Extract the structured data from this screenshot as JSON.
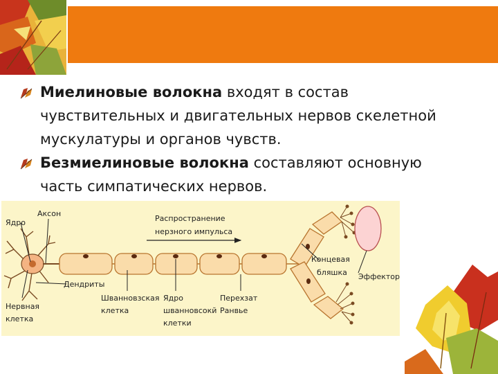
{
  "slide": {
    "colors": {
      "header": "#ef7a0f",
      "diagram_bg": "#fcf5c9",
      "fiber": "#fadcaa",
      "cell": "#f4b483",
      "effector": "#fcd3d3"
    },
    "icons": {
      "bullet": "leaf-bullet-icon",
      "decor_top": "autumn-leaves-icon",
      "decor_bottom": "autumn-leaves-icon"
    },
    "bullets": [
      {
        "term": "Миелиновые волокна",
        "rest": " входят в состав чувствительных и двигательных нервов скелетной мускулатуры и органов чувств."
      },
      {
        "term": "Безмиелиновые волокна",
        "rest": " составляют основную часть симпатических нервов."
      }
    ]
  },
  "diagram": {
    "labels": {
      "nucleus": "Ядро",
      "axon": "Аксон",
      "propagation_1": "Распространение",
      "propagation_2": "нерзного импульса",
      "end_plate_1": "Концевая",
      "end_plate_2": "бляшка",
      "effector": "Эффектор",
      "dendrites": "Дендриты",
      "schwann_1": "Шванновзская",
      "schwann_2": "клетка",
      "schwann_nucleus_1": "Ядро",
      "schwann_nucleus_2": "шванновсокй",
      "schwann_nucleus_3": "клетки",
      "ranvier_1": "Перехзат",
      "ranvier_2": "Ранвье",
      "nerve_cell_1": "Нервная",
      "nerve_cell_2": "клетка"
    }
  }
}
